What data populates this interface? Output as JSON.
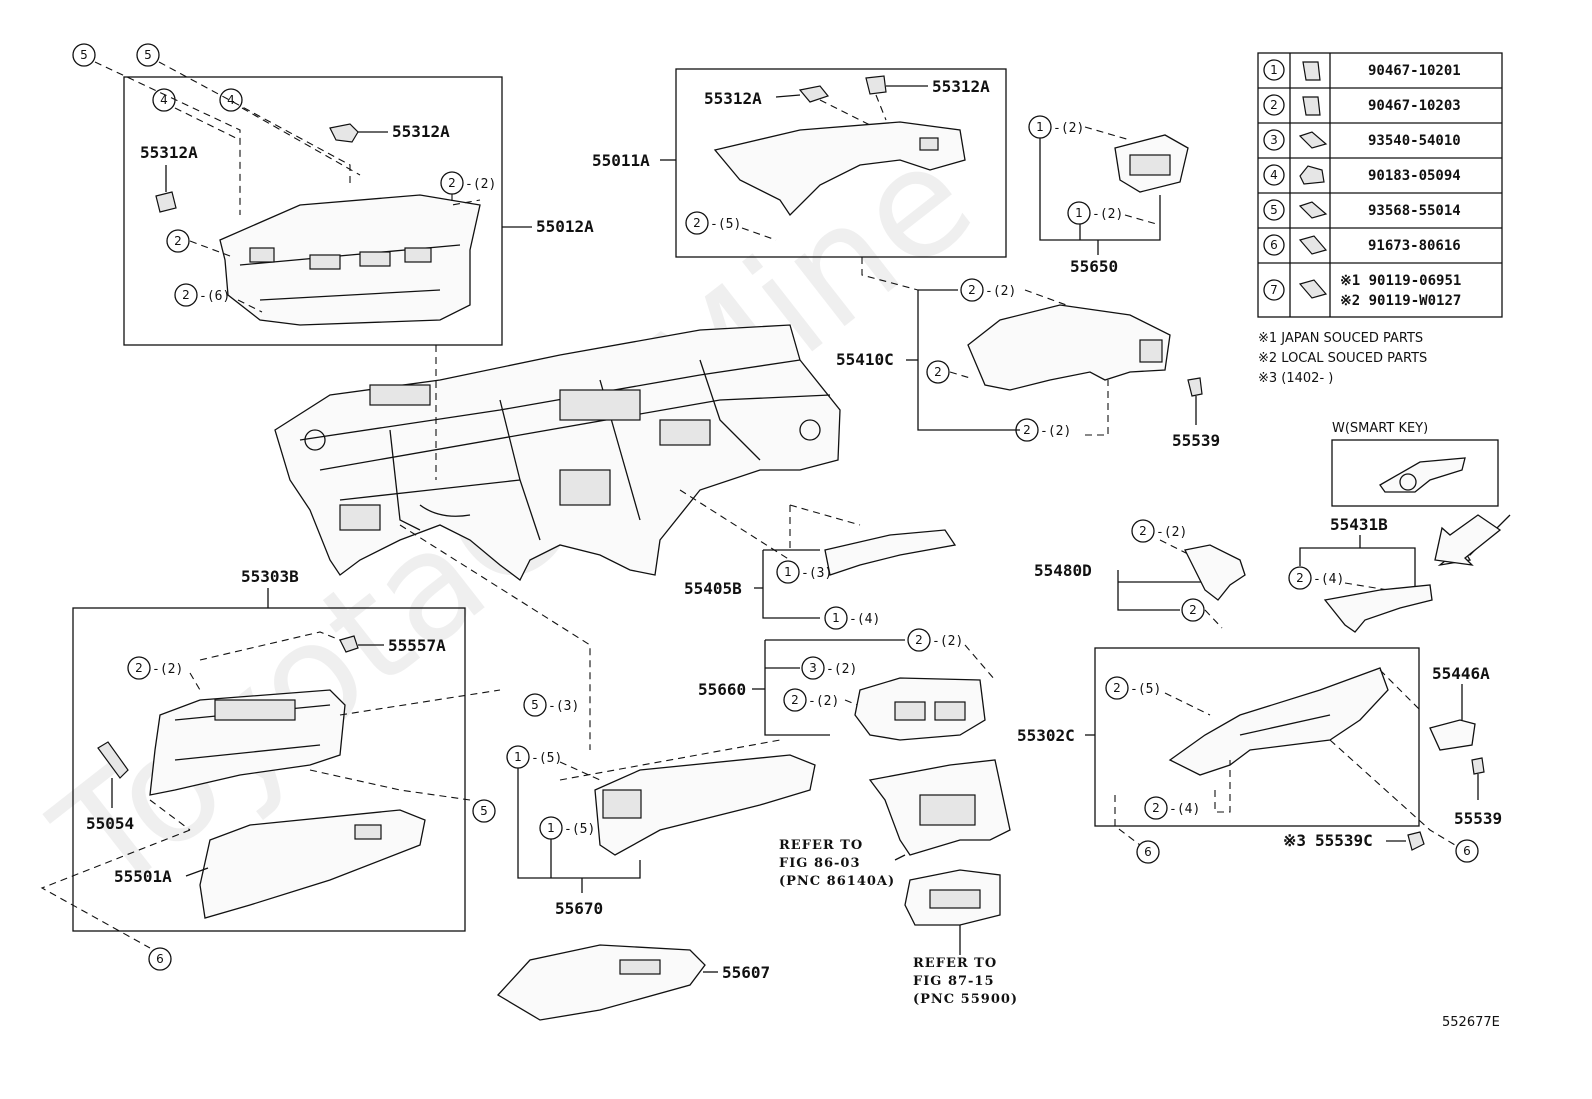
{
  "watermark": "ToyotaCarMine",
  "figure_id": "552677E",
  "labels": {
    "p55312A_a": "55312A",
    "p55312A_b": "55312A",
    "p55312A_c": "55312A",
    "p55312A_d": "55312A",
    "p55012A": "55012A",
    "p55011A": "55011A",
    "p55650": "55650",
    "p55410C": "55410C",
    "p55539_a": "55539",
    "p55303B": "55303B",
    "p55557A": "55557A",
    "p55054": "55054",
    "p55501A": "55501A",
    "p55405B": "55405B",
    "p55660": "55660",
    "p55670": "55670",
    "p55607": "55607",
    "p55480D": "55480D",
    "p55431B": "55431B",
    "p55302C": "55302C",
    "p55446A": "55446A",
    "p55539_b": "55539",
    "p55539C": "55539C",
    "mark3": "※3"
  },
  "callouts": {
    "c5a": "5",
    "c5b": "5",
    "c4a": "4",
    "c4b": "4",
    "c2_2a": "2",
    "q2_2a": "-(2)",
    "c2b": "2",
    "c2_6": "2",
    "q2_6": "-(6)",
    "c2_5top": "2",
    "q2_5top": "-(5)",
    "c1_2a": "1",
    "q1_2a": "-(2)",
    "c1_2b": "1",
    "q1_2b": "-(2)",
    "c2_2c": "2",
    "q2_2c": "-(2)",
    "c2d": "2",
    "c2_2e": "2",
    "q2_2e": "-(2)",
    "c1_3": "1",
    "q1_3": "-(3)",
    "c1_4": "1",
    "q1_4": "-(4)",
    "c2_2f": "2",
    "q2_2f": "-(2)",
    "c3_2": "3",
    "q3_2": "-(2)",
    "c2_2g": "2",
    "q2_2g": "-(2)",
    "c2_2h": "2",
    "q2_2h": "-(2)",
    "c5_3": "5",
    "q5_3": "-(3)",
    "c5c": "5",
    "c6a": "6",
    "c1_5a": "1",
    "q1_5a": "-(5)",
    "c1_5b": "1",
    "q1_5b": "-(5)",
    "c2_2i": "2",
    "q2_2i": "-(2)",
    "c2j": "2",
    "c2_4a": "2",
    "q2_4a": "-(4)",
    "c2_5b": "2",
    "q2_5b": "-(5)",
    "c2_4b": "2",
    "q2_4b": "-(4)",
    "c6b": "6",
    "c6c": "6"
  },
  "refs": {
    "ref1_line1": "REFER TO",
    "ref1_line2": "FIG 86-03",
    "ref1_line3": "(PNC 86140A)",
    "ref2_line1": "REFER TO",
    "ref2_line2": "FIG 87-15",
    "ref2_line3": "(PNC 55900)"
  },
  "smart_key": "W(SMART KEY)",
  "legend": {
    "rows": [
      {
        "num": "1",
        "part": "90467-10201"
      },
      {
        "num": "2",
        "part": "90467-10203"
      },
      {
        "num": "3",
        "part": "93540-54010"
      },
      {
        "num": "4",
        "part": "90183-05094"
      },
      {
        "num": "5",
        "part": "93568-55014"
      },
      {
        "num": "6",
        "part": "91673-80616"
      },
      {
        "num": "7",
        "part_a": "※1 90119-06951",
        "part_b": "※2 90119-W0127"
      }
    ],
    "notes": [
      "※1 JAPAN SOUCED PARTS",
      "※2 LOCAL SOUCED PARTS",
      "※3 (1402-      )"
    ]
  }
}
